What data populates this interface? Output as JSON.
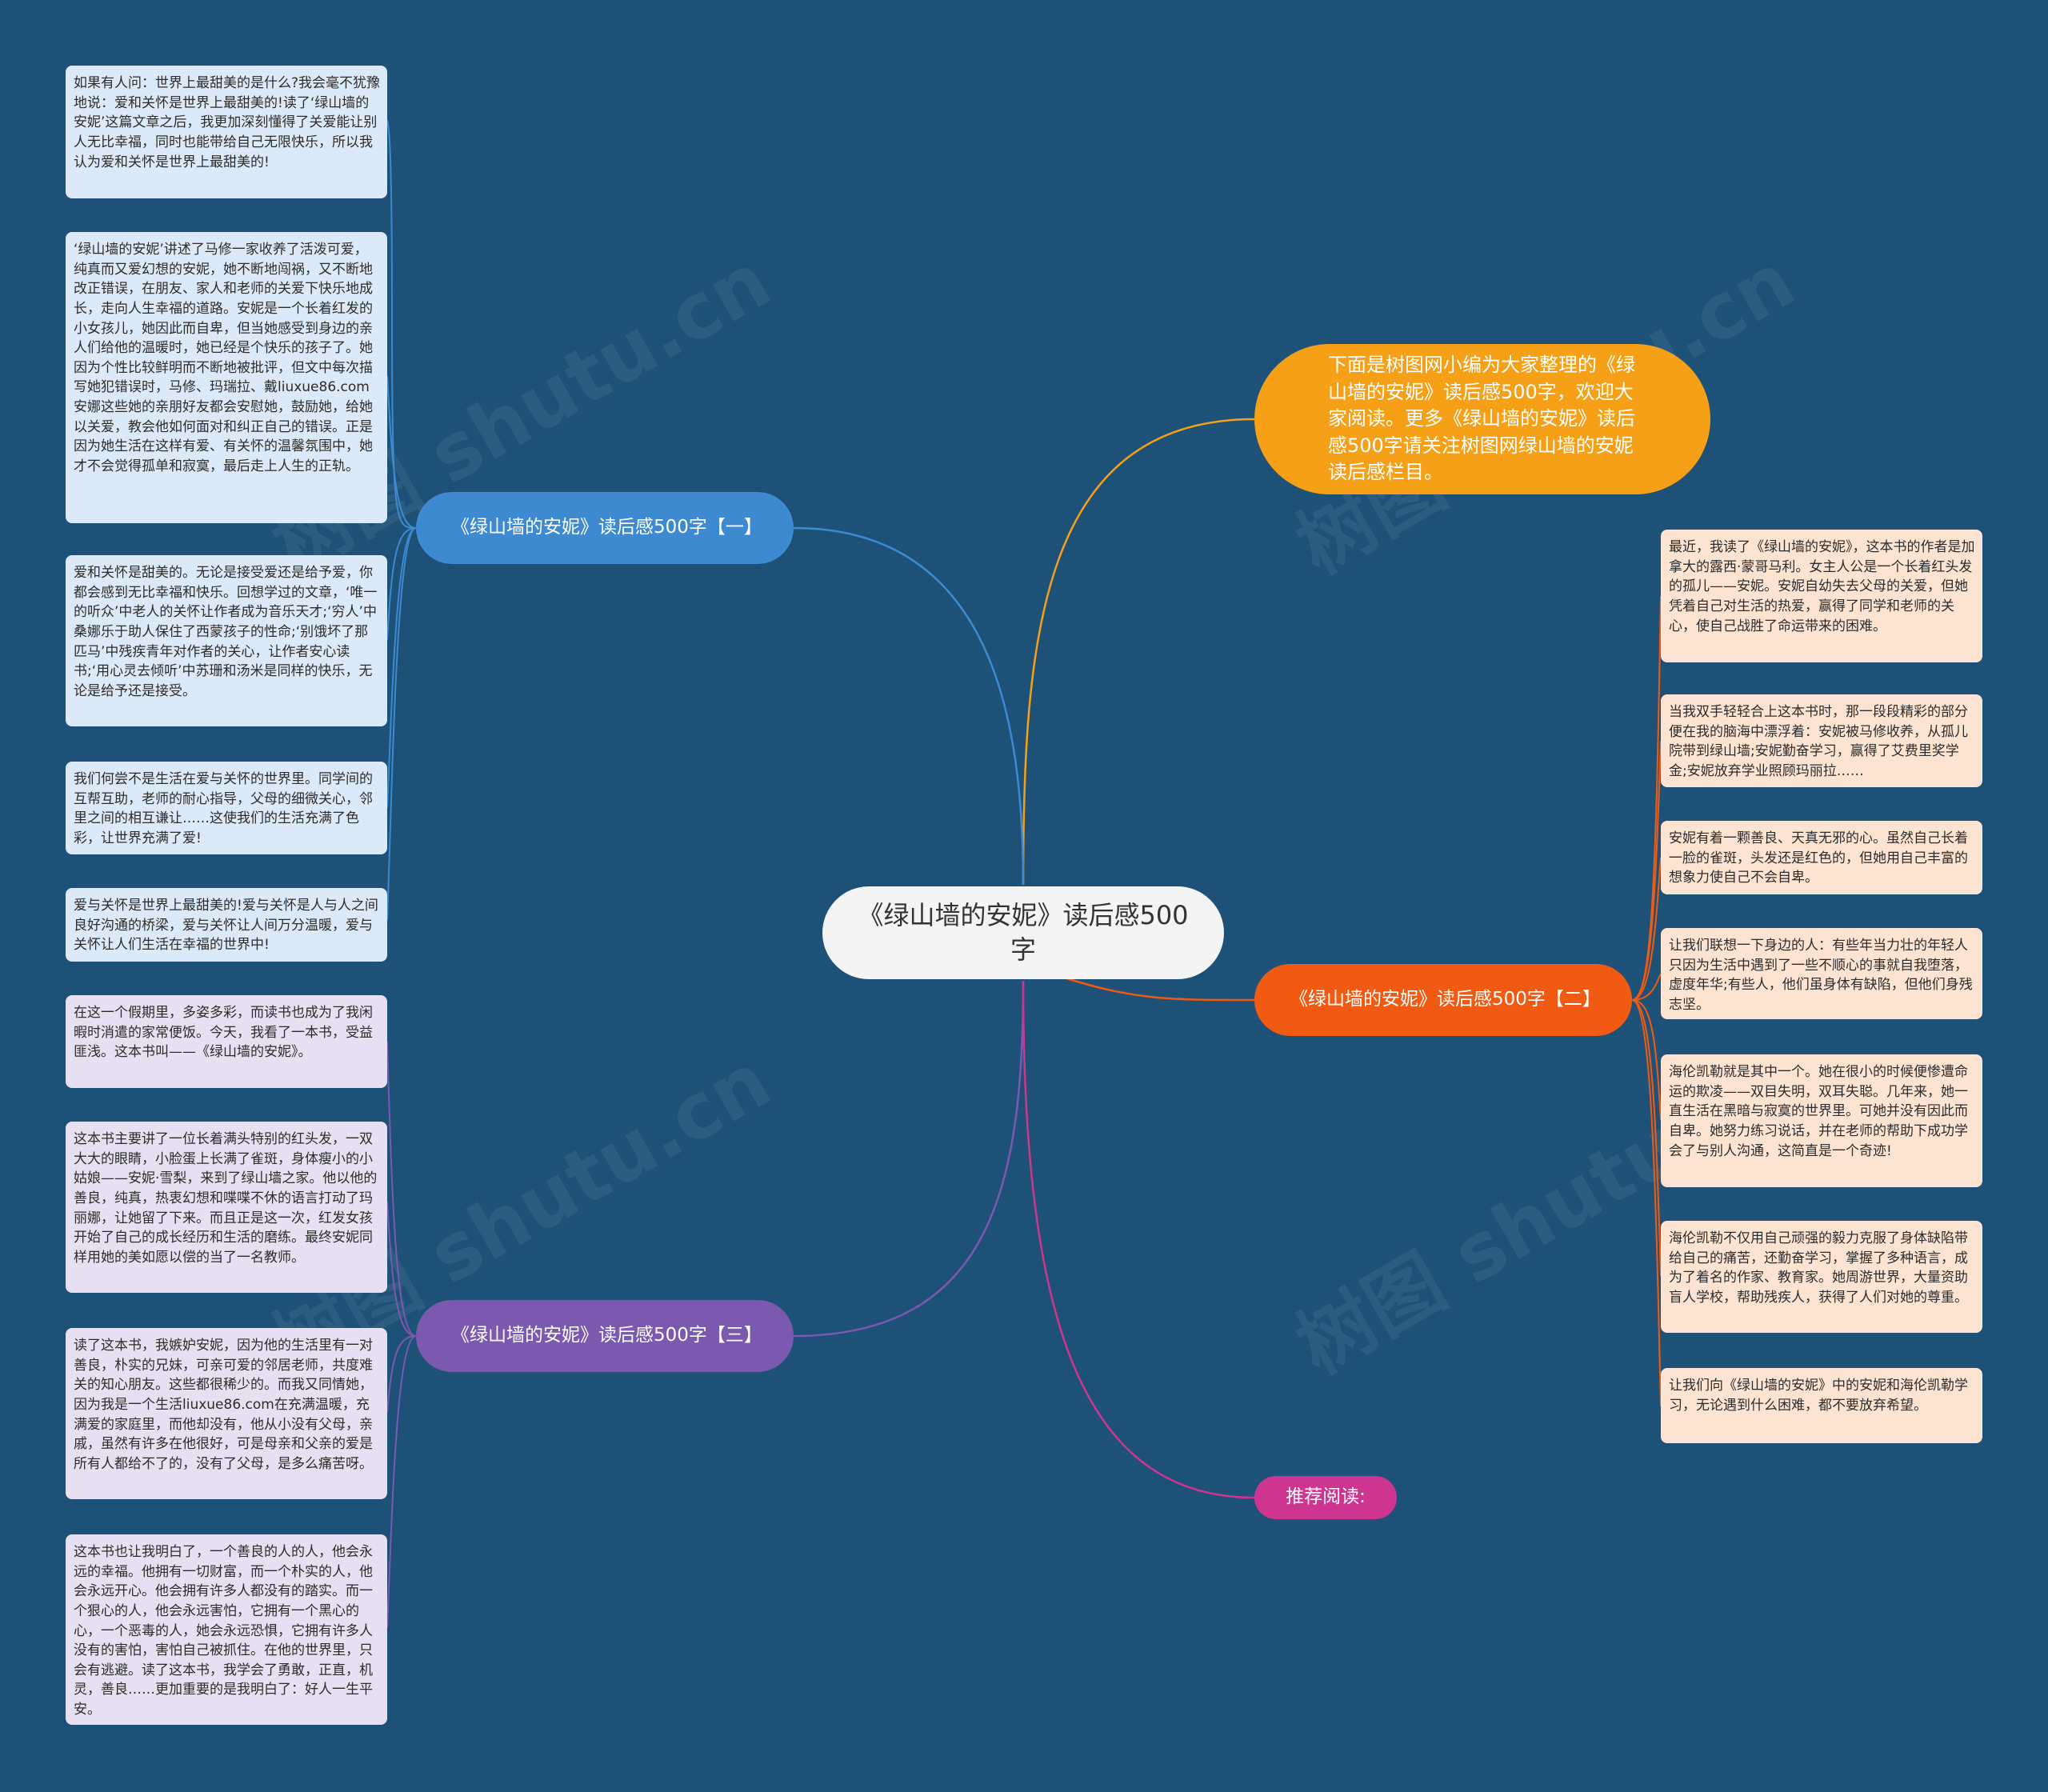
{
  "center": "《绿山墙的安妮》读后感500字",
  "intro": "下面是树图网小编为大家整理的《绿山墙的安妮》读后感500字，欢迎大家阅读。更多《绿山墙的安妮》读后感500字请关注树图网绿山墙的安妮读后感栏目。",
  "branches": {
    "b1": {
      "label": "《绿山墙的安妮》读后感500字【一】",
      "color": "#3d8ad1",
      "leaves": [
        "如果有人问：世界上最甜美的是什么?我会毫不犹豫地说：爱和关怀是世界上最甜美的!读了‘绿山墙的安妮’这篇文章之后，我更加深刻懂得了关爱能让别人无比幸福，同时也能带给自己无限快乐，所以我认为爱和关怀是世界上最甜美的!",
        "‘绿山墙的安妮’讲述了马修一家收养了活泼可爱，纯真而又爱幻想的安妮，她不断地闯祸，又不断地改正错误，在朋友、家人和老师的关爱下快乐地成长，走向人生幸福的道路。安妮是一个长着红发的小女孩儿，她因此而自卑，但当她感受到身边的亲人们给他的温暖时，她已经是个快乐的孩子了。她因为个性比较鲜明而不断地被批评，但文中每次描写她犯错误时，马修、玛瑞拉、戴liuxue86.com安娜这些她的亲朋好友都会安慰她，鼓励她，给她以关爱，教会他如何面对和纠正自己的错误。正是因为她生活在这样有爱、有关怀的温馨氛围中，她才不会觉得孤单和寂寞，最后走上人生的正轨。",
        "爱和关怀是甜美的。无论是接受爱还是给予爱，你都会感到无比幸福和快乐。回想学过的文章，‘唯一的听众’中老人的关怀让作者成为音乐天才;‘穷人’中桑娜乐于助人保住了西蒙孩子的性命;‘别饿坏了那匹马’中残疾青年对作者的关心，让作者安心读书;‘用心灵去倾听’中苏珊和汤米是同样的快乐，无论是给予还是接受。",
        "我们何尝不是生活在爱与关怀的世界里。同学间的互帮互助，老师的耐心指导，父母的细微关心，邻里之间的相互谦让……这使我们的生活充满了色彩，让世界充满了爱!",
        "爱与关怀是世界上最甜美的!爱与关怀是人与人之间良好沟通的桥梁，爱与关怀让人间万分温暖，爱与关怀让人们生活在幸福的世界中!"
      ]
    },
    "b2": {
      "label": "《绿山墙的安妮》读后感500字【二】",
      "color": "#f15a13",
      "leaves": [
        "最近，我读了《绿山墙的安妮》，这本书的作者是加拿大的露西·蒙哥马利。女主人公是一个长着红头发的孤儿——安妮。安妮自幼失去父母的关爱，但她凭着自己对生活的热爱，赢得了同学和老师的关心，使自己战胜了命运带来的困难。",
        "当我双手轻轻合上这本书时，那一段段精彩的部分便在我的脑海中漂浮着：安妮被马修收养，从孤儿院带到绿山墙;安妮勤奋学习，赢得了艾费里奖学金;安妮放弃学业照顾玛丽拉……",
        "安妮有着一颗善良、天真无邪的心。虽然自己长着一脸的雀斑，头发还是红色的，但她用自己丰富的想象力使自己不会自卑。",
        "让我们联想一下身边的人：有些年当力壮的年轻人只因为生活中遇到了一些不顺心的事就自我堕落，虚度年华;有些人，他们虽身体有缺陷，但他们身残志坚。",
        "海伦凯勒就是其中一个。她在很小的时候便惨遭命运的欺凌——双目失明，双耳失聪。几年来，她一直生活在黑暗与寂寞的世界里。可她并没有因此而自卑。她努力练习说话，并在老师的帮助下成功学会了与别人沟通，这简直是一个奇迹!",
        "海伦凯勒不仅用自己顽强的毅力克服了身体缺陷带给自己的痛苦，还勤奋学习，掌握了多种语言，成为了着名的作家、教育家。她周游世界，大量资助盲人学校，帮助残疾人，获得了人们对她的尊重。",
        "让我们向《绿山墙的安妮》中的安妮和海伦凯勒学习，无论遇到什么困难，都不要放弃希望。"
      ]
    },
    "b3": {
      "label": "《绿山墙的安妮》读后感500字【三】",
      "color": "#7a59af",
      "leaves": [
        "在这一个假期里，多姿多彩，而读书也成为了我闲暇时消遣的家常便饭。今天，我看了一本书，受益匪浅。这本书叫——《绿山墙的安妮》。",
        "这本书主要讲了一位长着满头特别的红头发，一双大大的眼睛，小脸蛋上长满了雀斑，身体瘦小的小姑娘——安妮·雪梨，来到了绿山墙之家。他以他的善良，纯真，热衷幻想和喋喋不休的语言打动了玛丽娜，让她留了下来。而且正是这一次，红发女孩开始了自己的成长经历和生活的磨练。最终安妮同样用她的美如愿以偿的当了一名教师。",
        "读了这本书，我嫉妒安妮，因为他的生活里有一对善良，朴实的兄妹，可亲可爱的邻居老师，共度难关的知心朋友。这些都很稀少的。而我又同情她，因为我是一个生活liuxue86.com在充满温暖，充满爱的家庭里，而他却没有，他从小没有父母，亲戚，虽然有许多在他很好，可是母亲和父亲的爱是所有人都给不了的，没有了父母，是多么痛苦呀。",
        "这本书也让我明白了，一个善良的人的人，他会永远的幸福。他拥有一切财富，而一个朴实的人，他会永远开心。他会拥有许多人都没有的踏实。而一个狠心的人，他会永远害怕，它拥有一个黑心的心，一个恶毒的人，她会永远恐惧，它拥有许多人没有的害怕，害怕自己被抓住。在他的世界里，只会有逃避。读了这本书，我学会了勇敢，正直，机灵，善良……更加重要的是我明白了：好人一生平安。"
      ]
    },
    "b4": {
      "label": "推荐阅读:",
      "color": "#cd3591"
    }
  },
  "watermark": "树图 shutu.cn",
  "colors": {
    "background": "#1d5177",
    "intro": "#f5a017"
  }
}
